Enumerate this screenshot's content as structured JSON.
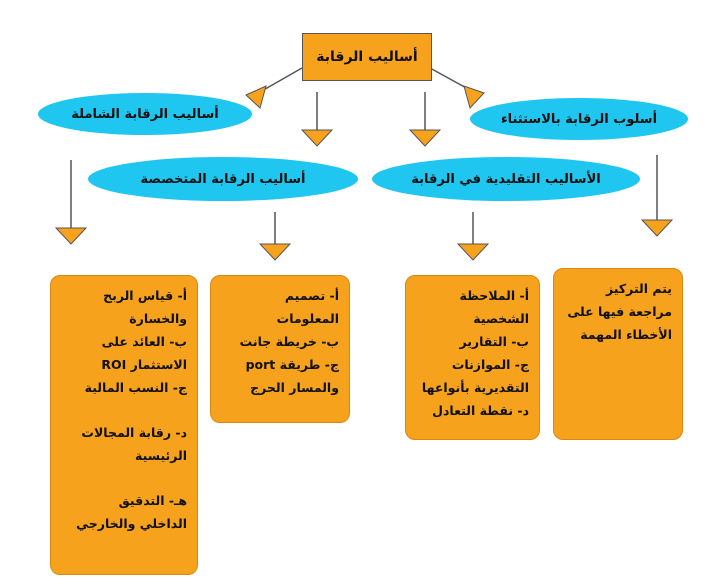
{
  "root": {
    "label": "أساليب الرقابة"
  },
  "ellipses": {
    "exceptions": "أسلوب الرقابة بالاستثناء",
    "comprehensive": "أساليب الرقابة الشاملة",
    "traditional": "الأساليب التقليدية في الرقابة",
    "specialized": "أساليب الرقابة المتخصصة"
  },
  "boxes": {
    "exceptions": [
      "يتم التركيز",
      "مراجعة فيها على",
      "الأخطاء المهمة"
    ],
    "traditional": [
      "أ- الملاحظة",
      "الشخصية",
      "ب- التقارير",
      "ج- الموازنات",
      "التقديرية بأنواعها",
      "د- نقطة التعادل"
    ],
    "specialized": [
      "أ- تصميم",
      "المعلومات",
      "ب- خريطة جانت",
      "ج- طريقة port",
      "والمسار الحرج"
    ],
    "comprehensive": [
      "أ- قياس الربح",
      "والخسارة",
      "ب- العائد على",
      "الاستثمار ROI",
      "ج- النسب المالية",
      "د- رقابة المجالات",
      "الرئيسية",
      "هـ- التدقيق",
      "الداخلي والخارجي"
    ]
  },
  "colors": {
    "orange": "#f6a21c",
    "cyan": "#1ec6f0",
    "line": "#555555"
  }
}
